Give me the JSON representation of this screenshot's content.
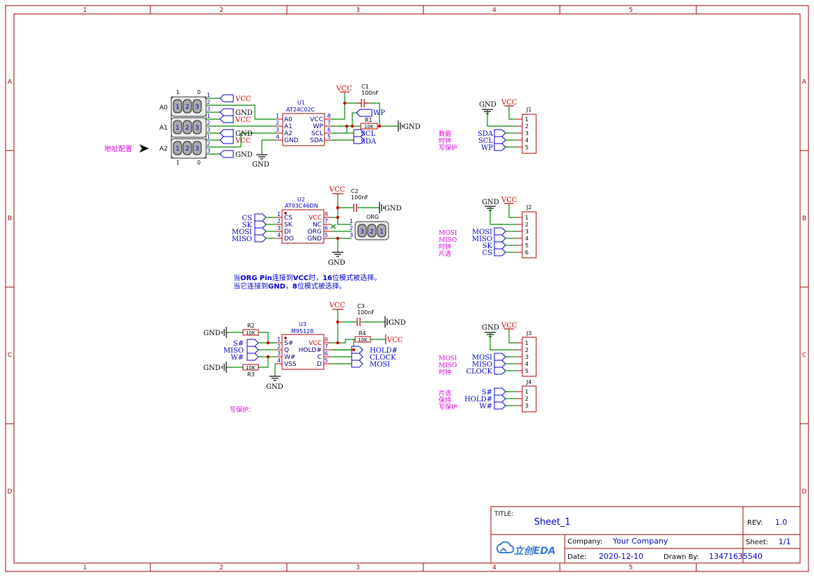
{
  "frame": {
    "cols": [
      "1",
      "2",
      "3",
      "4",
      "5"
    ],
    "rows": [
      "A",
      "B",
      "C",
      "D"
    ],
    "border_color": "#990000"
  },
  "colors": {
    "wire": "#008800",
    "pin_text": "#0000cc",
    "part": "#aa0000",
    "power": "#cc0000",
    "net_label": "#000080",
    "note": "#e100e1",
    "title_text": "#0000cc",
    "junction": "#cc0000"
  },
  "address_config": {
    "top_1": "1",
    "top_0": "0",
    "bottom_1": "1",
    "bottom_0": "0",
    "rows": [
      {
        "name": "A0",
        "pins": [
          "1",
          "2",
          "3"
        ]
      },
      {
        "name": "A1",
        "pins": [
          "1",
          "2",
          "3"
        ]
      },
      {
        "name": "A2",
        "pins": [
          "1",
          "2",
          "3"
        ]
      }
    ],
    "side_pins": [
      "1",
      "2",
      "3",
      "1",
      "2",
      "3",
      "1",
      "2",
      "3"
    ],
    "side_labels": [
      "VCC",
      "GND",
      "VCC",
      "GND",
      "VCC",
      "GND"
    ],
    "note": "地址配置"
  },
  "u1": {
    "ref": "U1",
    "part": "AT24C02C",
    "left_pins": [
      {
        "n": "1",
        "name": "A0"
      },
      {
        "n": "2",
        "name": "A1"
      },
      {
        "n": "3",
        "name": "A2"
      },
      {
        "n": "4",
        "name": "GND"
      }
    ],
    "right_pins": [
      {
        "n": "8",
        "name": "VCC"
      },
      {
        "n": "7",
        "name": "WP"
      },
      {
        "n": "6",
        "name": "SCL"
      },
      {
        "n": "5",
        "name": "SDA"
      }
    ],
    "vcc": "VCC",
    "gnd_bottom": "GND",
    "gnd_right": "GND",
    "c1_ref": "C1",
    "c1_val": "100nF",
    "r1_ref": "R1",
    "r1_val": "10K",
    "wp_label": "WP",
    "scl_label": "SCL",
    "sda_label": "SDA"
  },
  "j1": {
    "ref": "J1",
    "gnd": "GND",
    "vcc": "VCC",
    "pins": [
      "1",
      "2",
      "3",
      "4",
      "5"
    ],
    "nets": [
      "SDA",
      "SCL",
      "WP"
    ],
    "notes": [
      "数据",
      "时钟",
      "写保护"
    ]
  },
  "u2": {
    "ref": "U2",
    "part": "AT93C46DN",
    "left_pins": [
      {
        "n": "1",
        "name": "CS"
      },
      {
        "n": "2",
        "name": "SK"
      },
      {
        "n": "3",
        "name": "DI"
      },
      {
        "n": "4",
        "name": "DO"
      }
    ],
    "right_pins": [
      {
        "n": "8",
        "name": "VCC"
      },
      {
        "n": "7",
        "name": "NC"
      },
      {
        "n": "6",
        "name": "ORG"
      },
      {
        "n": "5",
        "name": "GND"
      }
    ],
    "left_nets": [
      "CS",
      "SK",
      "MOSI",
      "MISO"
    ],
    "vcc": "VCC",
    "gnd_bottom": "GND",
    "gnd_right": "GND",
    "c2_ref": "C2",
    "c2_val": "100nF",
    "org_label": "ORG",
    "org_pins": [
      "1",
      "2",
      "3"
    ],
    "org_nums": [
      "3",
      "2",
      "1"
    ]
  },
  "j2": {
    "ref": "J2",
    "gnd": "GND",
    "vcc": "VCC",
    "pins": [
      "1",
      "2",
      "3",
      "4",
      "5",
      "6"
    ],
    "nets": [
      "MOSI",
      "MISO",
      "SK",
      "CS"
    ],
    "notes": [
      "MOSI",
      "MISO",
      "时钟",
      "片选"
    ]
  },
  "org_note": {
    "line1_pre": "当",
    "line1_b1": "ORG Pin",
    "line1_mid": "连接到",
    "line1_b2": "VCC",
    "line1_mid2": "时，",
    "line1_b3": "16",
    "line1_post": "位模式被选择。",
    "line2_pre": "当它连接到",
    "line2_b1": "GND",
    "line2_mid": "，",
    "line2_b2": "8",
    "line2_post": "位模式被选择。"
  },
  "u3": {
    "ref": "U3",
    "part": "M95128",
    "left_pins": [
      {
        "n": "1",
        "name": "S#"
      },
      {
        "n": "2",
        "name": "Q"
      },
      {
        "n": "3",
        "name": "W#"
      },
      {
        "n": "4",
        "name": "VSS"
      }
    ],
    "right_pins": [
      {
        "n": "8",
        "name": "VCC"
      },
      {
        "n": "7",
        "name": "HOLD#"
      },
      {
        "n": "6",
        "name": "C"
      },
      {
        "n": "5",
        "name": "D"
      }
    ],
    "left_nets": [
      "S#",
      "MISO",
      "W#"
    ],
    "right_nets": [
      "HOLD#",
      "CLOCK",
      "MOSI"
    ],
    "vcc": "VCC",
    "vcc_r4": "VCC",
    "gnd_bottom": "GND",
    "gnd_c3": "GND",
    "gnd_r2": "GND",
    "gnd_r3": "GND",
    "r2_ref": "R2",
    "r2_val": "10K",
    "r3_ref": "R3",
    "r3_val": "10K",
    "r4_ref": "R4",
    "r4_val": "10K",
    "c3_ref": "C3",
    "c3_val": "100nF",
    "wp_note": "写保护："
  },
  "j3": {
    "ref": "J3",
    "gnd": "GND",
    "vcc": "VCC",
    "pins": [
      "1",
      "2",
      "3",
      "4",
      "5"
    ],
    "nets": [
      "MOSI",
      "MISO",
      "CLOCK"
    ],
    "notes": [
      "MOSI",
      "MISO",
      "时钟"
    ]
  },
  "j4": {
    "ref": "J4",
    "pins": [
      "1",
      "2",
      "3"
    ],
    "nets": [
      "S#",
      "HOLD#",
      "W#"
    ],
    "notes": [
      "片选",
      "保持",
      "写保护"
    ]
  },
  "title_block": {
    "title_label": "TITLE:",
    "title": "Sheet_1",
    "rev_label": "REV:",
    "rev": "1.0",
    "company_label": "Company:",
    "company": "Your Company",
    "sheet_label": "Sheet:",
    "sheet": "1/1",
    "date_label": "Date:",
    "date": "2020-12-10",
    "drawn_label": "Drawn By:",
    "drawn": "13471635540",
    "logo_text": "立创EDA"
  }
}
